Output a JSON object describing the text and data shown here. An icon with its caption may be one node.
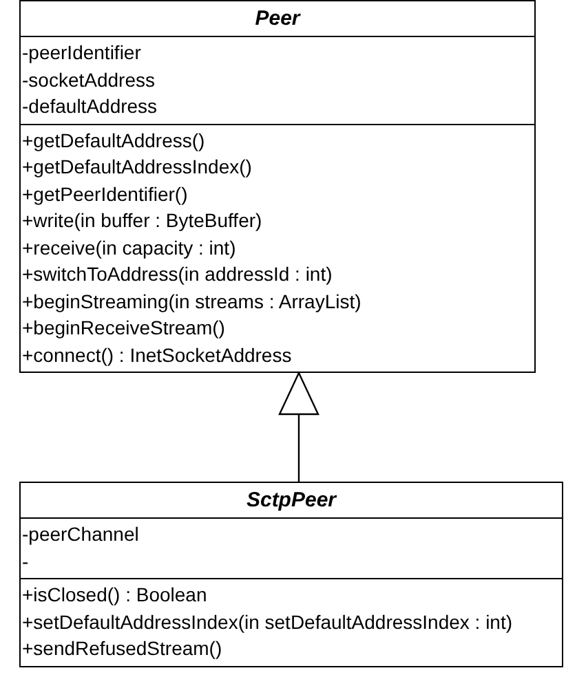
{
  "diagram": {
    "nodes": [
      {
        "text": [
          "Peer"
        ]
      },
      {
        "text": [
          "-peerIdentifier",
          "-socketAddress",
          "-defaultAddress"
        ],
        "in": 0
      },
      {
        "text": [
          "+getDefaultAddress()",
          "+getDefaultAddressIndex()",
          "+getPeerIdentifier()",
          "+write(in buffer : ByteBuffer)",
          "+receive(in capacity : int)",
          "+switchToAddress(in addressId : int)",
          "+beginStreaming(in streams : ArrayList)",
          "+beginReceiveStream()",
          "+connect() : InetSocketAddress"
        ],
        "in": 0
      },
      {
        "text": [
          "SctpPeer"
        ]
      },
      {
        "text": [
          "-peerChannel",
          "-"
        ],
        "in": 3
      },
      {
        "text": [
          "+isClosed() : Boolean",
          "+setDefaultAddressIndex(in setDefaultAddressIndex : int)",
          "+sendRefusedStream()"
        ],
        "in": 3
      }
    ],
    "edges": [
      {
        "from": 3,
        "to": 0,
        "arrow": "to"
      }
    ]
  }
}
